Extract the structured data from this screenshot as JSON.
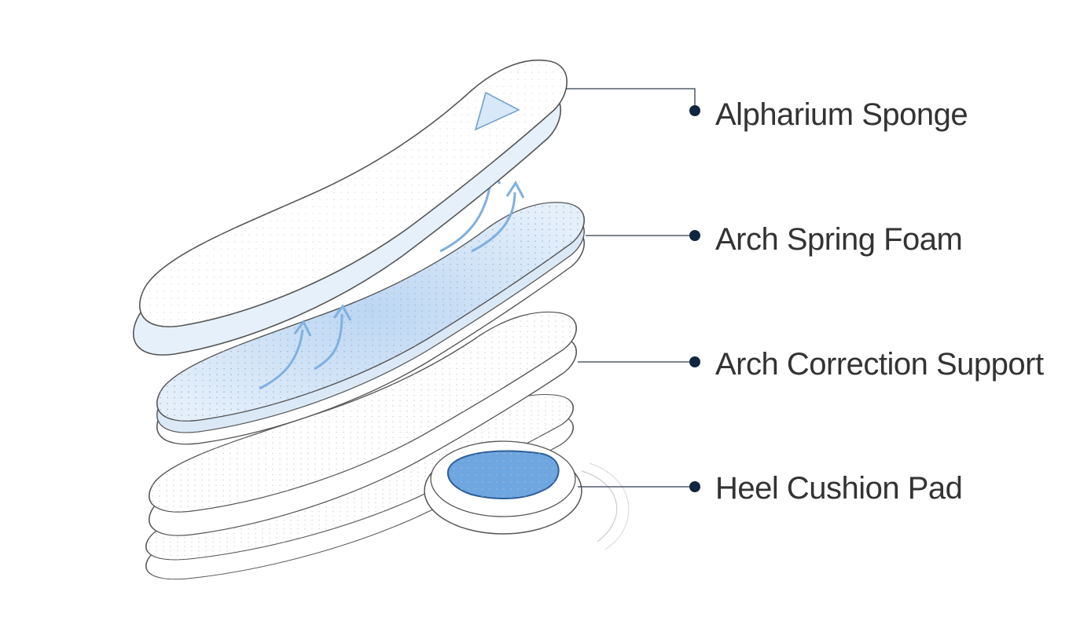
{
  "colors": {
    "dot": "#0f2540",
    "leader": "#2f3e4e",
    "foam": "#cfe2f6",
    "outline": "#555555",
    "text": "#333333"
  },
  "layers": [
    {
      "label": "Alpharium Sponge"
    },
    {
      "label": "Arch Spring Foam"
    },
    {
      "label": "Arch Correction Support"
    },
    {
      "label": "Heel Cushion Pad"
    }
  ]
}
